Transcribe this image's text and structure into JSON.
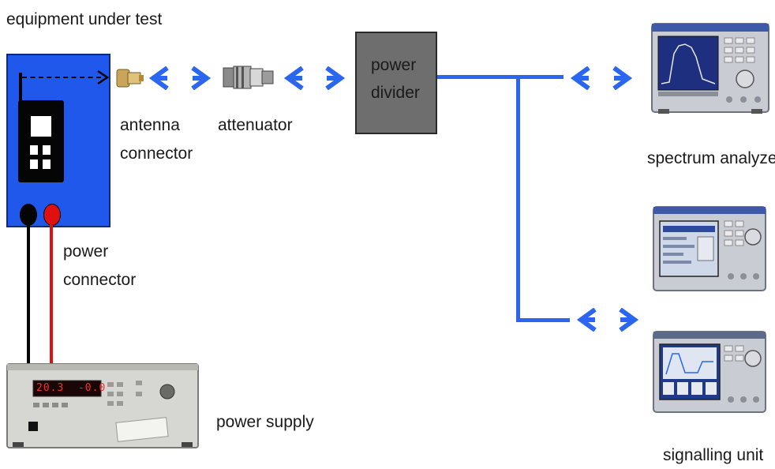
{
  "labels": {
    "equipment_under_test": "equipment under test",
    "antenna_connector_line1": "antenna",
    "antenna_connector_line2": "connector",
    "attenuator": "attenuator",
    "power_divider_line1": "power",
    "power_divider_line2": "divider",
    "spectrum_analyzer": "spectrum analyzer",
    "power_connector_line1": "power",
    "power_connector_line2": "connector",
    "power_supply": "power supply",
    "signalling_unit": "signalling unit"
  },
  "power_supply_display": {
    "left": "20.3",
    "right": "-0.0"
  },
  "colors": {
    "eut_blue": "#1f58ea",
    "link_blue": "#2a66f0",
    "divider_gray": "#6e6e6e",
    "red_terminal": "#e01010",
    "display_red": "#ff2a2a"
  },
  "icons": [
    "arrow-left-icon",
    "arrow-right-icon",
    "phone-icon",
    "antenna-connector-icon",
    "attenuator-icon"
  ]
}
